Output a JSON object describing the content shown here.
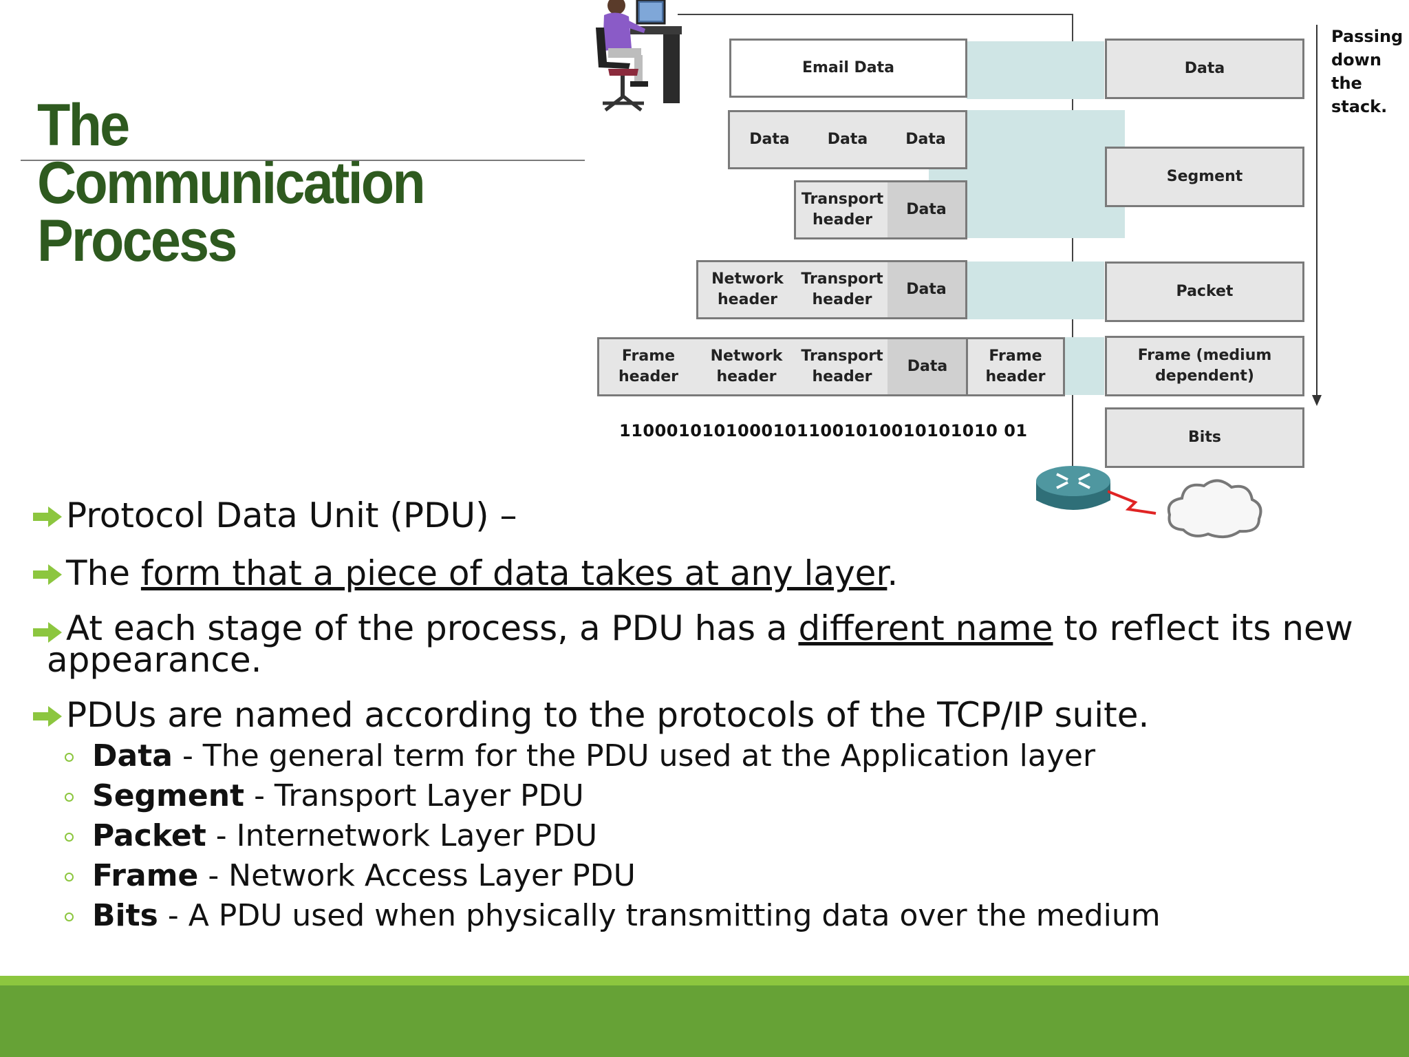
{
  "slide": {
    "title_line1": "The Communication",
    "title_line2": "Process"
  },
  "diagram": {
    "left_rows": {
      "email": "Email Data",
      "data1": "Data",
      "data2": "Data",
      "data3": "Data",
      "transport_header": "Transport header",
      "network_header": "Network header",
      "frame_header": "Frame header",
      "data": "Data",
      "frame_trailer": "Frame header",
      "bits": "11000101010001011001010010101010 01"
    },
    "pdu_labels": [
      "Data",
      "Segment",
      "Packet",
      "Frame (medium dependent)",
      "Bits"
    ],
    "passing_text": "Passing\ndown the\nstack."
  },
  "bullets": {
    "b1": "Protocol Data Unit (PDU)",
    "b1_dash": " –",
    "b2_pre": "The ",
    "b2_u": "form that a piece of data takes at any layer",
    "b2_post": ".",
    "b3_pre": "At each stage of the process, a PDU has a ",
    "b3_u": "different name",
    "b3_post": " to reflect its new",
    "b3_cont": "appearance.",
    "b4": "PDUs are named according to the protocols of the TCP/IP suite.",
    "sub": [
      {
        "term": "Data",
        "desc": " - The general term for the PDU used at the Application layer"
      },
      {
        "term": "Segment",
        "desc": " - Transport Layer PDU"
      },
      {
        "term": "Packet",
        "desc": " - Internetwork Layer PDU"
      },
      {
        "term": "Frame",
        "desc": " - Network Access Layer PDU"
      },
      {
        "term": "Bits",
        "desc": " - A PDU used when physically transmitting data over the medium"
      }
    ]
  },
  "colors": {
    "title": "#2e5a1f",
    "bullet_arrow": "#8cc63f",
    "band": "#cfe5e5",
    "footer": "#66a236"
  },
  "icons": [
    "person-at-computer-icon",
    "router-icon",
    "cloud-icon",
    "serial-link-icon",
    "arrow-bullet-icon"
  ]
}
